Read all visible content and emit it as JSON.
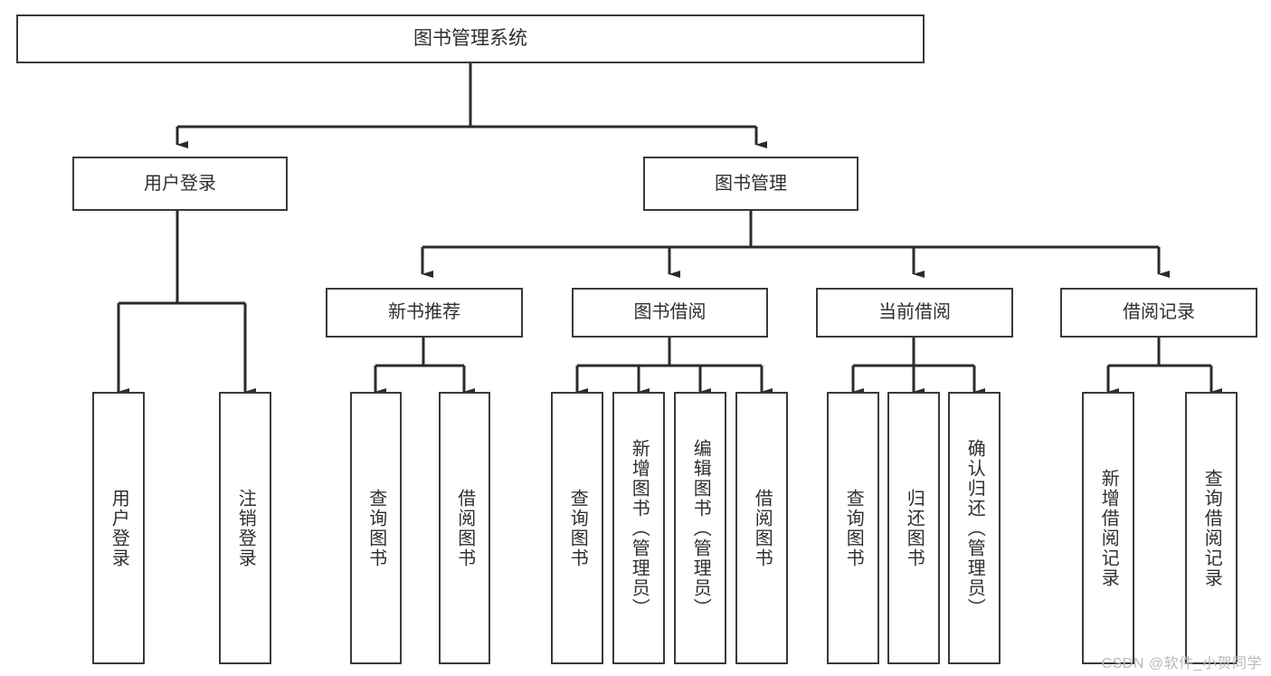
{
  "diagram": {
    "type": "tree-hierarchy",
    "title": "图书管理系统",
    "watermark": "CSDN @软件_小贺同学",
    "colors": {
      "background": "#ffffff",
      "box_border": "#3a3a3a",
      "box_fill": "#ffffff",
      "text": "#2f2f2f",
      "connector": "#2b2b2b",
      "watermark": "#b9b9b9"
    },
    "nodes": {
      "root": {
        "id": "root",
        "label": "图书管理系统",
        "level": 0
      },
      "level1": [
        {
          "id": "user-login",
          "label": "用户登录",
          "level": 1
        },
        {
          "id": "book-management",
          "label": "图书管理",
          "level": 1
        }
      ],
      "level2": [
        {
          "id": "new-book-recommend",
          "label": "新书推荐",
          "parent": "book-management"
        },
        {
          "id": "book-borrow",
          "label": "图书借阅",
          "parent": "book-management"
        },
        {
          "id": "current-borrow",
          "label": "当前借阅",
          "parent": "book-management"
        },
        {
          "id": "borrow-record",
          "label": "借阅记录",
          "parent": "book-management"
        }
      ],
      "leaves": [
        {
          "id": "leaf-user-login",
          "label": "用户登录",
          "parent": "user-login"
        },
        {
          "id": "leaf-logout-login",
          "label": "注销登录",
          "parent": "user-login"
        },
        {
          "id": "leaf-query-book-1",
          "label": "查询图书",
          "parent": "new-book-recommend"
        },
        {
          "id": "leaf-borrow-book-1",
          "label": "借阅图书",
          "parent": "new-book-recommend"
        },
        {
          "id": "leaf-query-book-2",
          "label": "查询图书",
          "parent": "book-borrow"
        },
        {
          "id": "leaf-add-book",
          "label": "新增图书（管理员）",
          "parent": "book-borrow"
        },
        {
          "id": "leaf-edit-book",
          "label": "编辑图书（管理员）",
          "parent": "book-borrow"
        },
        {
          "id": "leaf-borrow-book-2",
          "label": "借阅图书",
          "parent": "book-borrow"
        },
        {
          "id": "leaf-query-book-3",
          "label": "查询图书",
          "parent": "current-borrow"
        },
        {
          "id": "leaf-return-book",
          "label": "归还图书",
          "parent": "current-borrow"
        },
        {
          "id": "leaf-confirm-return",
          "label": "确认归还（管理员）",
          "parent": "current-borrow"
        },
        {
          "id": "leaf-add-record",
          "label": "新增借阅记录",
          "parent": "borrow-record"
        },
        {
          "id": "leaf-query-record",
          "label": "查询借阅记录",
          "parent": "borrow-record"
        }
      ]
    }
  }
}
